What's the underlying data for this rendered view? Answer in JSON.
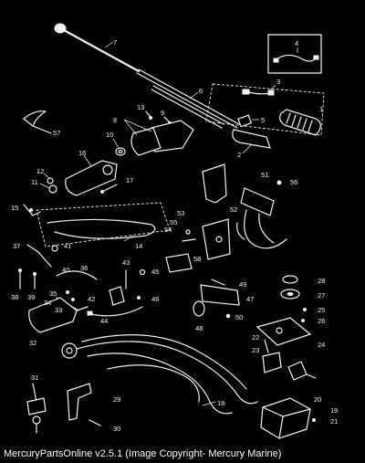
{
  "caption": "MercuryPartsOnline v2.5.1 (Image Copyright- Mercury Marine)",
  "part_numbers": [
    "1",
    "2",
    "3",
    "4",
    "5",
    "6",
    "7",
    "8",
    "9",
    "10",
    "11",
    "12",
    "13",
    "14",
    "15",
    "16",
    "17",
    "18",
    "19",
    "20",
    "21",
    "22",
    "23",
    "24",
    "25",
    "26",
    "27",
    "28",
    "29",
    "30",
    "31",
    "32",
    "33",
    "34",
    "35",
    "36",
    "37",
    "38",
    "39",
    "40",
    "41",
    "42",
    "43",
    "44",
    "45",
    "46",
    "47",
    "48",
    "49",
    "50",
    "51",
    "52",
    "53",
    "54",
    "55",
    "56",
    "57",
    "58"
  ]
}
